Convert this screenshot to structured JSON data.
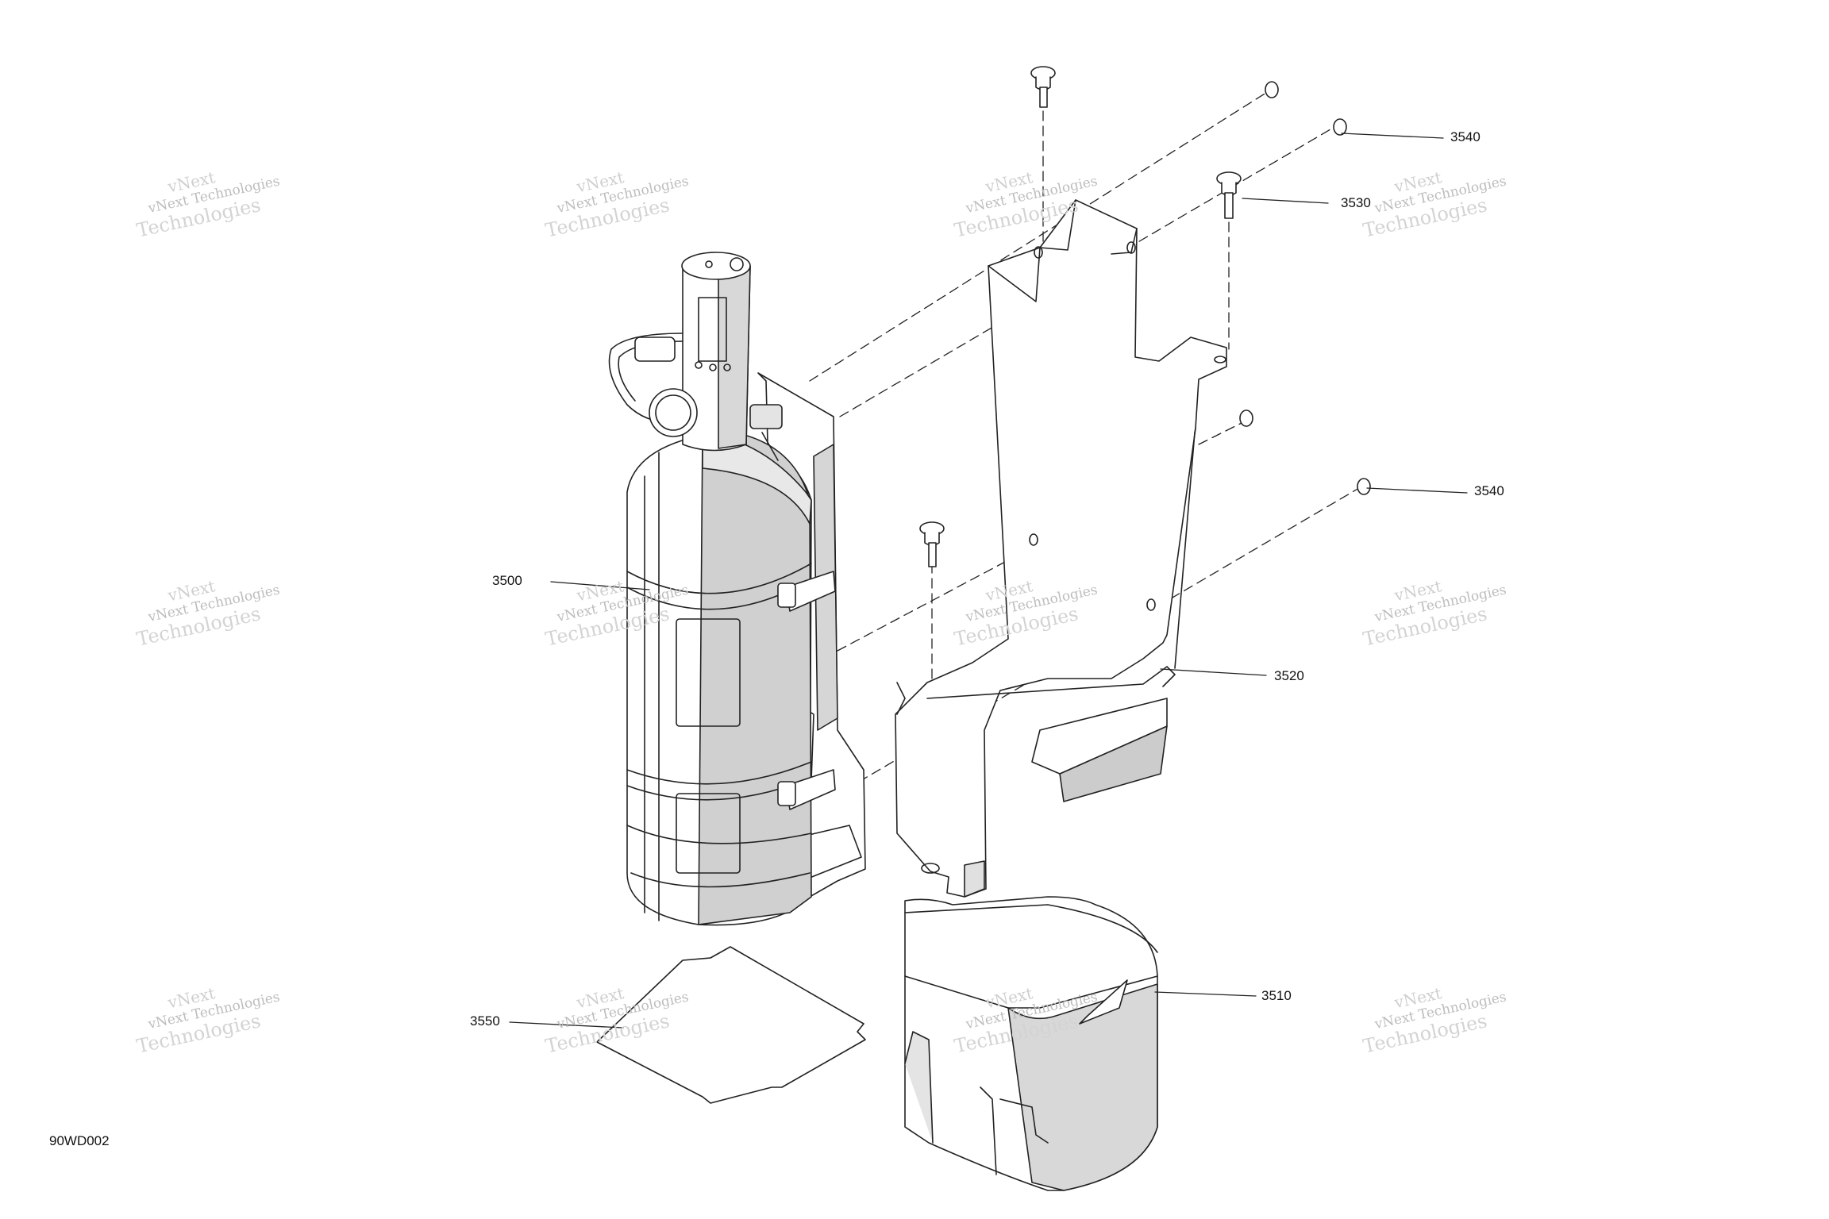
{
  "diagram": {
    "drawing_code": "90WD002",
    "watermark": {
      "line_a": "vNext",
      "line_b": "vNext Technologies",
      "line_c": "Technologies"
    },
    "callouts": {
      "c3500": "3500",
      "c3510": "3510",
      "c3520": "3520",
      "c3530": "3530",
      "c3540_top": "3540",
      "c3540_mid": "3540",
      "c3550": "3550"
    }
  }
}
